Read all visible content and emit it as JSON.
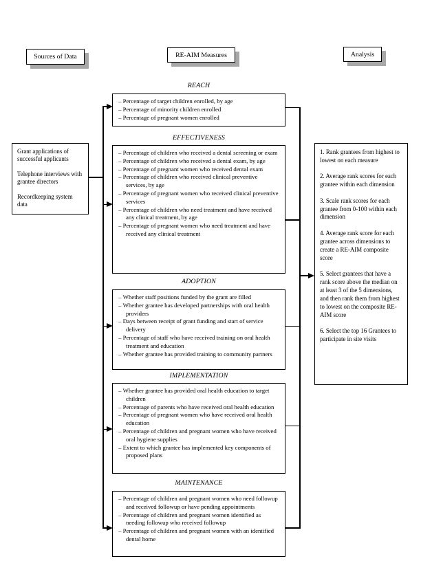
{
  "diagram": {
    "column_headers": {
      "sources": "Sources of Data",
      "measures": "RE-AIM Measures",
      "analysis": "Analysis"
    },
    "data_sources": {
      "items": [
        "Grant applications of successful applicants",
        "Telephone interviews with grantee directors",
        "Recordkeeping system data"
      ]
    },
    "measures": [
      {
        "name": "REACH",
        "items": [
          "Percentage of target children enrolled, by age",
          "Percentage of minority children enrolled",
          "Percentage of pregnant women enrolled"
        ]
      },
      {
        "name": "EFFECTIVENESS",
        "items": [
          "Percentage of children who received a dental screening or exam",
          "Percentage of children who received a dental exam, by age",
          "Percentage of pregnant women who received dental exam",
          "Percentage of children who received clinical preventive services, by age",
          "Percentage of pregnant women who received clinical preventive services",
          "Percentage of children who need treatment and have received any clinical treatment, by age",
          "Percentage of pregnant women who need treatment and have received any clinical treatment"
        ]
      },
      {
        "name": "ADOPTION",
        "items": [
          "Whether staff positions funded by the grant are filled",
          "Whether grantee has developed partnerships with oral health providers",
          "Days between receipt of grant funding and start of service delivery",
          "Percentage of staff who have received training on oral health treatment and education",
          "Whether grantee has provided training to community partners"
        ]
      },
      {
        "name": "IMPLEMENTATION",
        "items": [
          "Whether grantee has provided oral health education to target children",
          "Percentage of parents who have received oral health education",
          "Percentage of pregnant women who have received oral health education",
          "Percentage of children and pregnant women who have received oral hygiene supplies",
          "Extent to which grantee has implemented key components of proposed plans"
        ]
      },
      {
        "name": "MAINTENANCE",
        "items": [
          "Percentage of children and pregnant women who need followup and received followup or have pending appointments",
          "Percentage of children and pregnant women identified as needing followup who received followup",
          "Percentage of children and pregnant women with an identified dental home"
        ]
      }
    ],
    "analysis": {
      "steps": [
        "1. Rank grantees from highest to lowest on each measure",
        "2. Average rank scores for each grantee within each dimension",
        "3. Scale rank scores for each grantee from 0-100 within each dimension",
        "4. Average rank score for each grantee across dimensions to create a RE-AIM composite score",
        "5. Select grantees that have a rank score above the median on at least 3 of the 5 dimensions, and then rank them from highest to lowest on the composite RE-AIM score",
        "6. Select the top 16 Grantees to participate in site visits"
      ]
    },
    "colors": {
      "line": "#000000",
      "text": "#000000",
      "box_background": "#ffffff",
      "header_shadow": "#a8a8a8"
    },
    "icons": {
      "flow_arrowhead": "right-pointing filled triangle"
    }
  }
}
